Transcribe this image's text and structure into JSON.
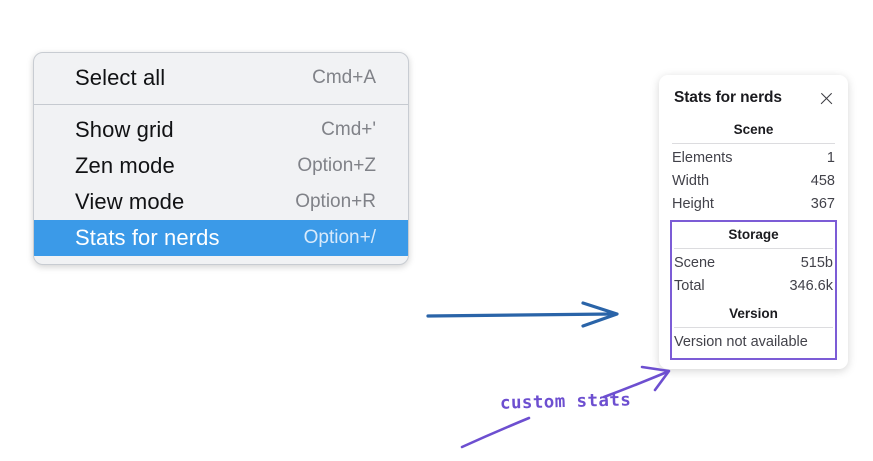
{
  "context_menu": {
    "name": "context-menu",
    "groups": [
      {
        "items": [
          {
            "label": "Select all",
            "shortcut": "Cmd+A",
            "selected": false
          }
        ]
      },
      {
        "items": [
          {
            "label": "Show grid",
            "shortcut": "Cmd+'",
            "selected": false
          },
          {
            "label": "Zen mode",
            "shortcut": "Option+Z",
            "selected": false
          },
          {
            "label": "View mode",
            "shortcut": "Option+R",
            "selected": false
          },
          {
            "label": "Stats for nerds",
            "shortcut": "Option+/",
            "selected": true
          }
        ]
      }
    ],
    "highlight_color": "#3b9ae8"
  },
  "stats_panel": {
    "title": "Stats for nerds",
    "close_icon": "close-icon",
    "sections": {
      "scene": {
        "heading": "Scene",
        "rows": [
          {
            "key": "Elements",
            "value": "1"
          },
          {
            "key": "Width",
            "value": "458"
          },
          {
            "key": "Height",
            "value": "367"
          }
        ]
      },
      "storage": {
        "heading": "Storage",
        "rows": [
          {
            "key": "Scene",
            "value": "515b"
          },
          {
            "key": "Total",
            "value": "346.6k"
          }
        ]
      },
      "version": {
        "heading": "Version",
        "text": "Version not available"
      }
    },
    "highlight_outline_color": "#7c5cd6"
  },
  "annotations": {
    "label": "custom stats",
    "label_color": "#6d4fd0",
    "blue_arrow_color": "#2a64a8",
    "purple_arrow_color": "#6d4fd0"
  }
}
